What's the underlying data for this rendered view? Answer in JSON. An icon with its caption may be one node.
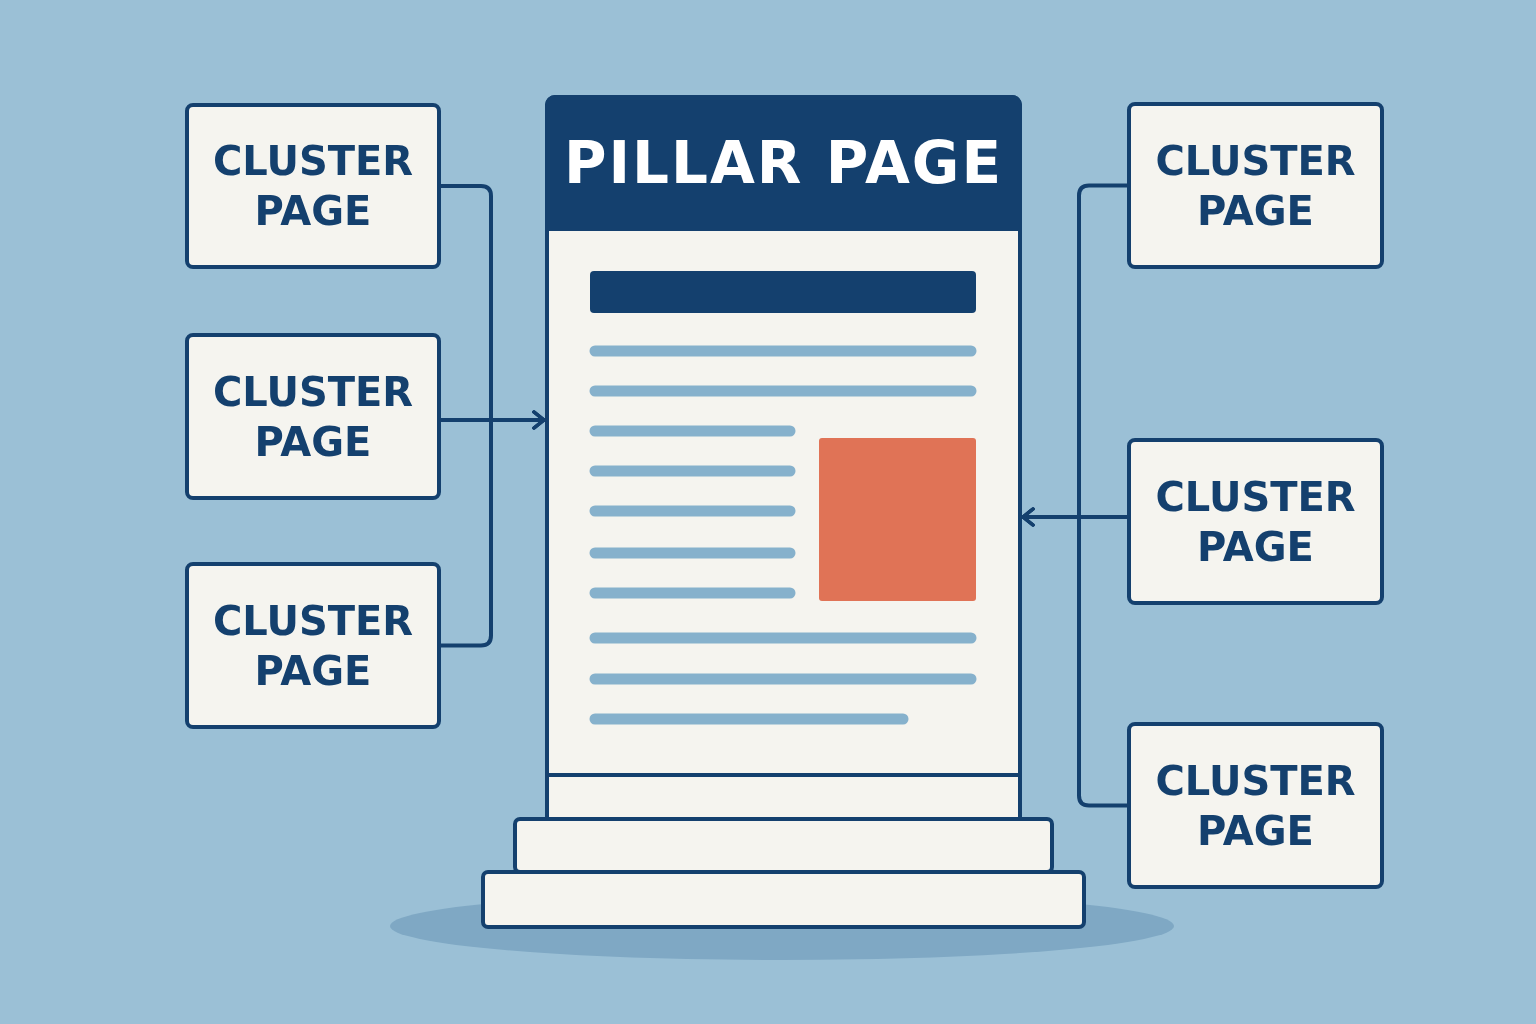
{
  "diagram": {
    "nodes": [
      {
        "text": [
          "CLUSTER PAGE"
        ]
      },
      {
        "text": [
          "CLUSTER PAGE"
        ]
      },
      {
        "text": [
          "CLUSTER PAGE"
        ]
      },
      {
        "text": [
          "PILLAR PAGE"
        ]
      },
      {
        "text": [
          "CLUSTER PAGE"
        ]
      },
      {
        "text": [
          "CLUSTER PAGE"
        ]
      },
      {
        "text": [
          "CLUSTER PAGE"
        ]
      }
    ],
    "edges": [
      {
        "from": 0,
        "to": 3,
        "arrow": "to"
      },
      {
        "from": 1,
        "to": 3,
        "arrow": "to"
      },
      {
        "from": 2,
        "to": 3,
        "arrow": "to"
      },
      {
        "from": 4,
        "to": 3,
        "arrow": "to"
      },
      {
        "from": 5,
        "to": 3,
        "arrow": "to"
      },
      {
        "from": 6,
        "to": 3,
        "arrow": "to"
      }
    ]
  }
}
